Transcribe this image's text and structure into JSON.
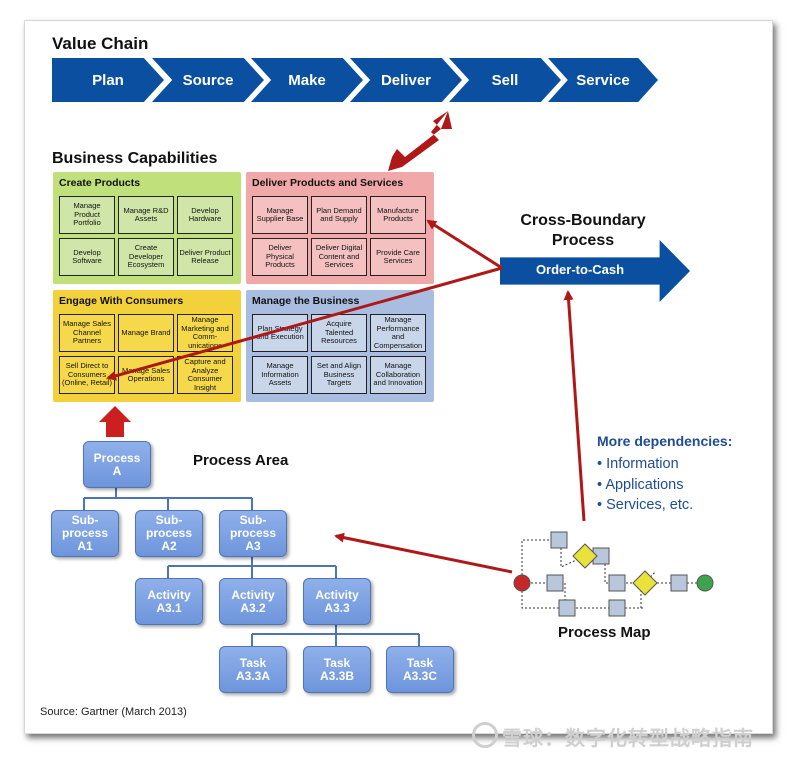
{
  "value_chain": {
    "title": "Value Chain",
    "steps": [
      "Plan",
      "Source",
      "Make",
      "Deliver",
      "Sell",
      "Service"
    ]
  },
  "business_capabilities": {
    "title": "Business Capabilities",
    "create_products": {
      "title": "Create Products",
      "cells": [
        "Manage Product Portfolio",
        "Manage R&D Assets",
        "Develop Hardware",
        "Develop Software",
        "Create Developer Ecosystem",
        "Deliver Product Release"
      ]
    },
    "deliver_products": {
      "title": "Deliver Products and Services",
      "cells": [
        "Manage Supplier Base",
        "Plan Demand and Supply",
        "Manufacture Products",
        "Deliver Physical Products",
        "Deliver Digital Content and Services",
        "Provide Care Services"
      ]
    },
    "engage_consumers": {
      "title": "Engage With Consumers",
      "cells": [
        "Manage Sales Channel Partners",
        "Manage Brand",
        "Manage Marketing and Comm-unications",
        "Sell Direct to Consumers (Online, Retail)",
        "Manage Sales Operations",
        "Capture and Analyze Consumer Insight"
      ]
    },
    "manage_business": {
      "title": "Manage the Business",
      "cells": [
        "Plan Strategy and Execution",
        "Acquire Talented Resources",
        "Manage Performance and Compensation",
        "Manage Information Assets",
        "Set and Align Business Targets",
        "Manage Collaboration and Innovation"
      ]
    }
  },
  "cross_boundary": {
    "title_line1": "Cross-Boundary",
    "title_line2": "Process",
    "arrow_label": "Order-to-Cash"
  },
  "dependencies": {
    "title": "More dependencies:",
    "items": [
      "Information",
      "Applications",
      "Services, etc."
    ]
  },
  "process_area": {
    "title": "Process Area",
    "root": "Process A",
    "subprocesses": [
      "Sub-process A1",
      "Sub-process A2",
      "Sub-process A3"
    ],
    "activities": [
      "Activity A3.1",
      "Activity A3.2",
      "Activity A3.3"
    ],
    "tasks": [
      "Task A3.3A",
      "Task A3.3B",
      "Task A3.3C"
    ]
  },
  "process_map": {
    "title": "Process Map"
  },
  "source": "Source: Gartner (March 2013)",
  "watermark": "雪球：数字化转型战略指南",
  "colors": {
    "chain_blue": "#0b4fa0",
    "arrow_red": "#b01818",
    "green_panel": "#bfe07a",
    "red_panel": "#f0a8a8",
    "yellow_panel": "#f2d13a",
    "blue_panel": "#a9bde0",
    "process_box": "#7fa3e4"
  }
}
